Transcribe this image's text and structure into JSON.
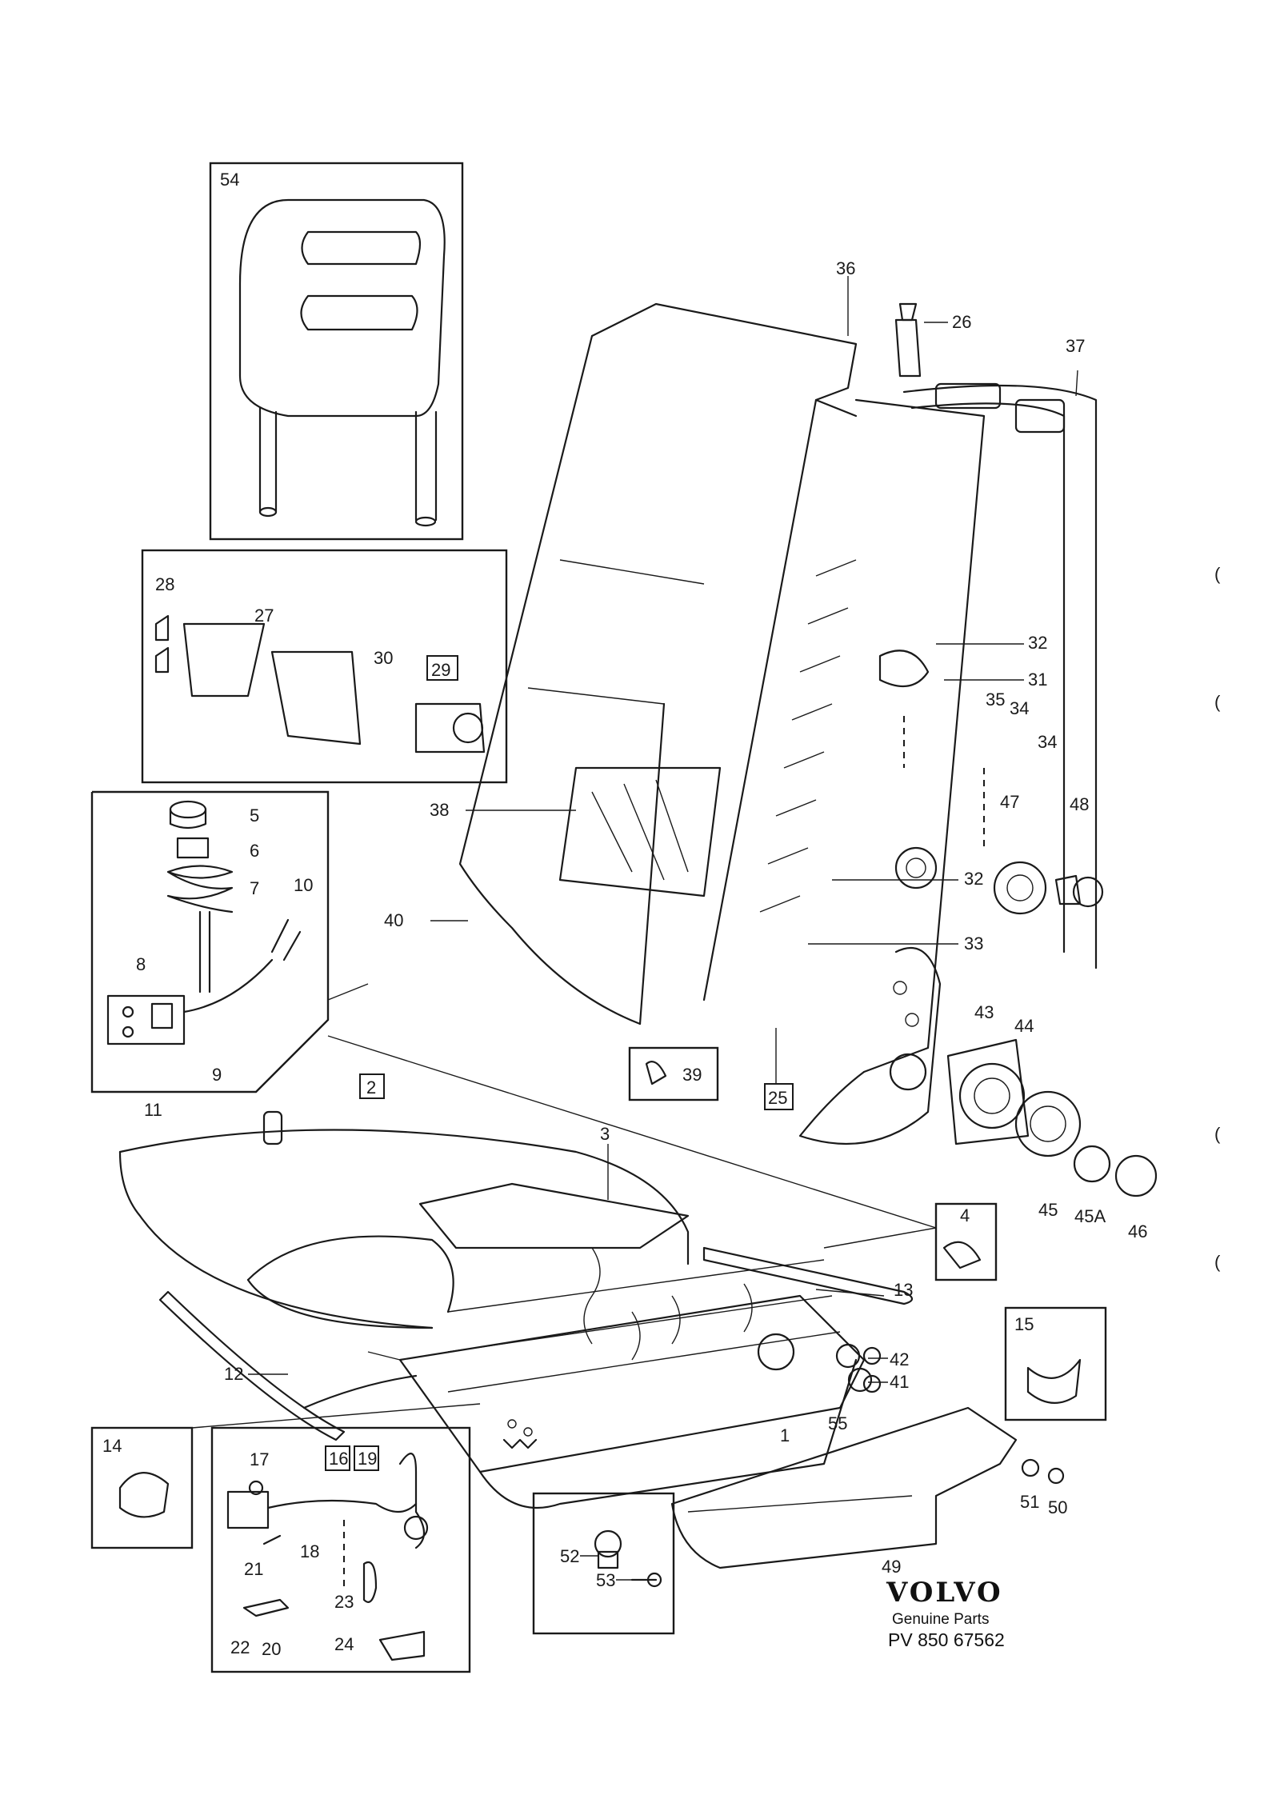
{
  "callouts": {
    "c54": "54",
    "c36": "36",
    "c26": "26",
    "c37": "37",
    "c28": "28",
    "c27": "27",
    "c30": "30",
    "c29": "29",
    "c5": "5",
    "c6": "6",
    "c7": "7",
    "c10": "10",
    "c8": "8",
    "c9": "9",
    "c32a": "32",
    "c31": "31",
    "c35": "35",
    "c34a": "34",
    "c34b": "34",
    "c38": "38",
    "c47": "47",
    "c48": "48",
    "c40": "40",
    "c32b": "32",
    "c33": "33",
    "c39": "39",
    "c25": "25",
    "c43": "43",
    "c44": "44",
    "c45": "45",
    "c45a": "45A",
    "c46": "46",
    "c2": "2",
    "c3": "3",
    "c11": "11",
    "c4": "4",
    "c13": "13",
    "c15": "15",
    "c42": "42",
    "c41": "41",
    "c55": "55",
    "c12": "12",
    "c1": "1",
    "c14": "14",
    "c17": "17",
    "c16": "16",
    "c19": "19",
    "c18": "18",
    "c21": "21",
    "c23": "23",
    "c22": "22",
    "c20": "20",
    "c24": "24",
    "c52": "52",
    "c53": "53",
    "c49": "49",
    "c51": "51",
    "c50": "50"
  },
  "brand": {
    "logo": "VOLVO",
    "subtitle": "Genuine Parts",
    "code": "PV 850 67562"
  }
}
